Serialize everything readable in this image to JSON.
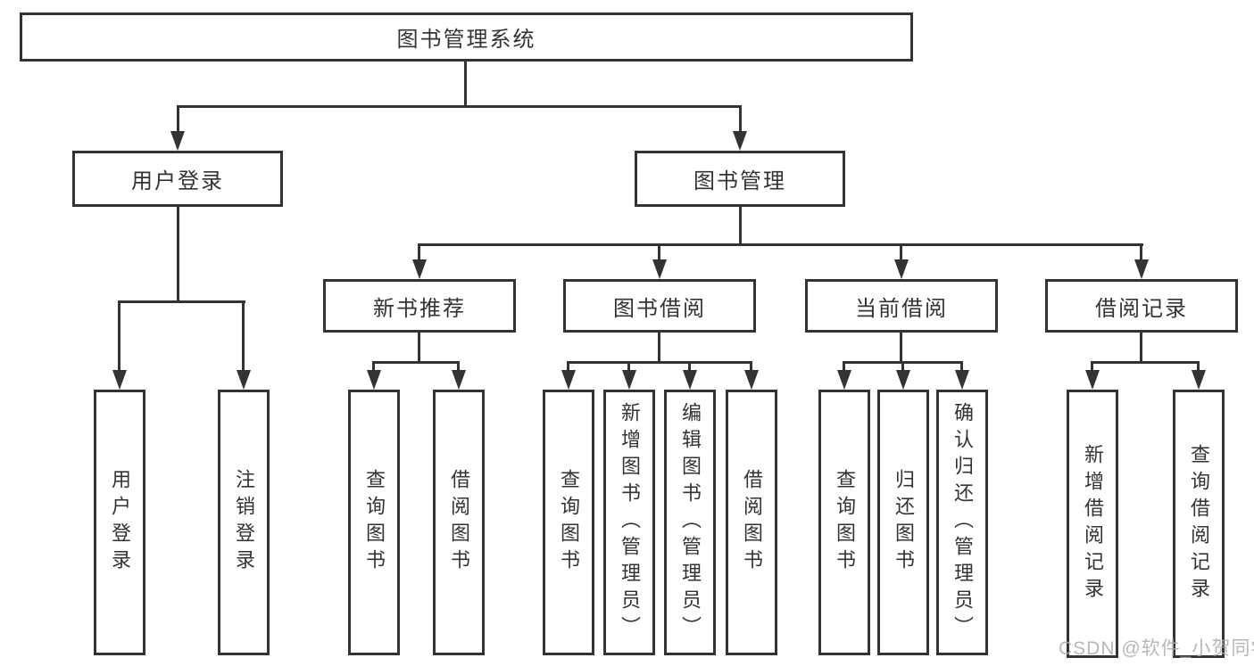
{
  "root": {
    "label": "图书管理系统"
  },
  "level2": [
    {
      "label": "用户登录"
    },
    {
      "label": "图书管理"
    }
  ],
  "level3": [
    {
      "label": "新书推荐"
    },
    {
      "label": "图书借阅"
    },
    {
      "label": "当前借阅"
    },
    {
      "label": "借阅记录"
    }
  ],
  "leaves": [
    {
      "label": "用户登录"
    },
    {
      "label": "注销登录"
    },
    {
      "label": "查询图书"
    },
    {
      "label": "借阅图书"
    },
    {
      "label": "查询图书"
    },
    {
      "label": "新增图书（管理员）"
    },
    {
      "label": "编辑图书（管理员）"
    },
    {
      "label": "借阅图书"
    },
    {
      "label": "查询图书"
    },
    {
      "label": "归还图书"
    },
    {
      "label": "确认归还（管理员）"
    },
    {
      "label": "新增借阅记录"
    },
    {
      "label": "查询借阅记录"
    }
  ],
  "watermark": "CSDN @软件_小贺同学",
  "colors": {
    "line": "#333333",
    "text": "#333333",
    "watermark": "#ababab",
    "background": "#ffffff"
  }
}
